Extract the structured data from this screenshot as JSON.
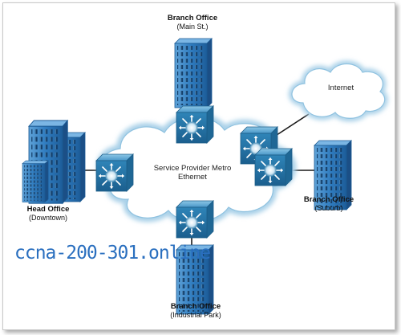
{
  "nodes": {
    "branch_main": {
      "title": "Branch Office",
      "subtitle": "(Main St.)"
    },
    "branch_suburb": {
      "title": "Branch Office",
      "subtitle": "(Suburb)"
    },
    "branch_industrial": {
      "title": "Branch Office",
      "subtitle": "(Industrial Park)"
    },
    "head_office": {
      "title": "Head Office",
      "subtitle": "(Downtown)"
    }
  },
  "clouds": {
    "metro": "Service Provider Metro\nEthernet",
    "internet": "Internet"
  },
  "watermark": "ccna-200-301.online",
  "colors": {
    "switch_body": "#2b79a8",
    "building": "#2d76b8",
    "cloud_fill": "#ffffff",
    "cloud_edge": "#a9d0e8",
    "link": "#1a1a1a",
    "watermark": "#2a6fbf"
  }
}
